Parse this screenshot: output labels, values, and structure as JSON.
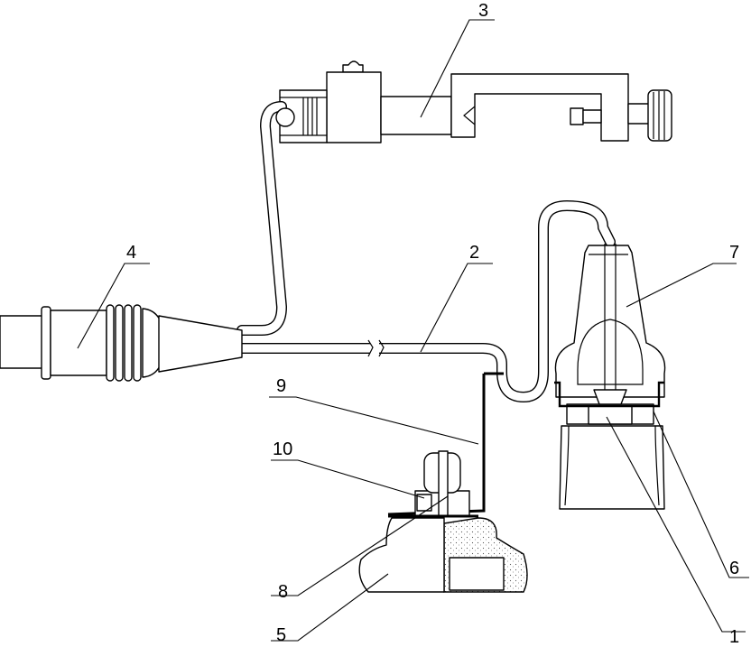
{
  "diagram": {
    "labels": {
      "part1": "1",
      "part2": "2",
      "part3": "3",
      "part4": "4",
      "part5": "5",
      "part6": "6",
      "part7": "7",
      "part8": "8",
      "part9": "9",
      "part10": "10"
    }
  }
}
